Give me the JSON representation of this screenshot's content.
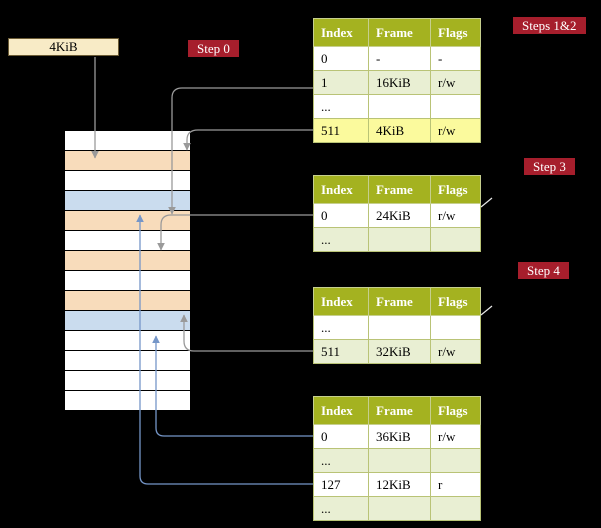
{
  "palette": {
    "background": "#000000",
    "badge_red": "#a61e2c",
    "header_green": "#a4b220",
    "row_green": "#e9efd3",
    "row_yellow": "#fbfa9d",
    "mem_page_table": "#f8dcbb",
    "mem_page": "#cadcee",
    "mem_free": "#ffffff",
    "frame_box_bg": "#f8ebc6",
    "arrow_gray": "#9a9a9a",
    "arrow_blue": "#7596c8"
  },
  "frame_box": {
    "label": "4KiB"
  },
  "badges": {
    "step0": "Step 0",
    "steps12": "Steps 1&2",
    "step3": "Step 3",
    "step4": "Step 4"
  },
  "tables": [
    {
      "name": "level-4-page-table",
      "headers": [
        "Index",
        "Frame",
        "Flags"
      ],
      "rows": [
        {
          "index": "0",
          "frame": "-",
          "flags": "-",
          "bg": "white"
        },
        {
          "index": "1",
          "frame": "16KiB",
          "flags": "r/w",
          "bg": "green"
        },
        {
          "index": "...",
          "frame": "",
          "flags": "",
          "bg": "white"
        },
        {
          "index": "511",
          "frame": "4KiB",
          "flags": "r/w",
          "bg": "yellow"
        }
      ]
    },
    {
      "name": "level-3-page-table",
      "headers": [
        "Index",
        "Frame",
        "Flags"
      ],
      "rows": [
        {
          "index": "0",
          "frame": "24KiB",
          "flags": "r/w",
          "bg": "white"
        },
        {
          "index": "...",
          "frame": "",
          "flags": "",
          "bg": "green"
        }
      ]
    },
    {
      "name": "level-2-page-table",
      "headers": [
        "Index",
        "Frame",
        "Flags"
      ],
      "rows": [
        {
          "index": "...",
          "frame": "",
          "flags": "",
          "bg": "white"
        },
        {
          "index": "511",
          "frame": "32KiB",
          "flags": "r/w",
          "bg": "green"
        }
      ]
    },
    {
      "name": "level-1-page-table",
      "headers": [
        "Index",
        "Frame",
        "Flags"
      ],
      "rows": [
        {
          "index": "0",
          "frame": "36KiB",
          "flags": "r/w",
          "bg": "white"
        },
        {
          "index": "...",
          "frame": "",
          "flags": "",
          "bg": "green"
        },
        {
          "index": "127",
          "frame": "12KiB",
          "flags": "r",
          "bg": "white"
        },
        {
          "index": "...",
          "frame": "",
          "flags": "",
          "bg": "green"
        }
      ]
    }
  ],
  "memory": {
    "rows": [
      {
        "type": "free"
      },
      {
        "type": "page-table"
      },
      {
        "type": "free"
      },
      {
        "type": "page"
      },
      {
        "type": "page-table"
      },
      {
        "type": "free"
      },
      {
        "type": "page-table"
      },
      {
        "type": "free"
      },
      {
        "type": "page-table"
      },
      {
        "type": "page"
      },
      {
        "type": "free"
      },
      {
        "type": "free"
      },
      {
        "type": "free"
      },
      {
        "type": "free"
      }
    ]
  }
}
